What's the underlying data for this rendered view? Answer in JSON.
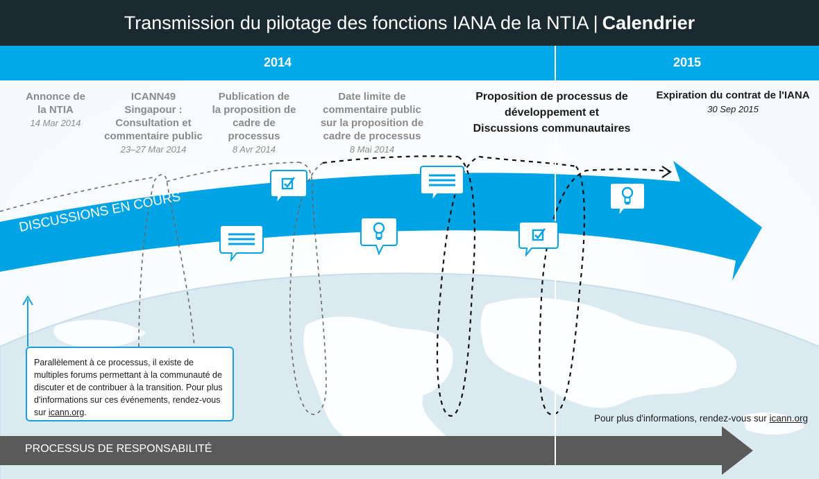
{
  "title": {
    "main": "Transmission du pilotage des fonctions IANA de la NTIA |",
    "bold": "Calendrier"
  },
  "years": {
    "y2014": "2014",
    "y2015": "2015"
  },
  "events": [
    {
      "lines": [
        "Annonce de",
        "la NTIA"
      ],
      "date": "14 Mar 2014"
    },
    {
      "lines": [
        "ICANN49",
        "Singapour :",
        "Consultation et",
        "commentaire public"
      ],
      "date": "23–27 Mar 2014"
    },
    {
      "lines": [
        "Publication de",
        "la proposition de",
        "cadre de",
        "processus"
      ],
      "date": "8 Avr 2014"
    },
    {
      "lines": [
        "Date limite de",
        "commentaire public",
        "sur la proposition de",
        "cadre de processus"
      ],
      "date": "8 Mai 2014"
    },
    {
      "lines": [
        "Proposition de processus de",
        "développement et",
        "Discussions communautaires"
      ]
    },
    {
      "lines": [
        "Expiration du contrat de l'IANA"
      ],
      "date": "30 Sep 2015"
    }
  ],
  "arrow": {
    "label": "DISCUSSIONS EN COURS"
  },
  "note": {
    "text": "Parallèlement à ce processus, il existe de multiples forums permettant à la communauté de discuter et de contribuer à la transition. Pour plus d'informations sur ces événements, rendez-vous sur ",
    "link": "icann.org",
    "end": "."
  },
  "more_info": {
    "text": "Pour plus d'informations, rendez-vous sur ",
    "link": "icann.org"
  },
  "bottom_bar": {
    "label": "PROCESSUS DE RESPONSABILITÉ"
  },
  "icons": [
    "checklist-icon",
    "document-lines-icon",
    "document-lines-icon",
    "lightbulb-icon",
    "checklist-icon",
    "lightbulb-icon"
  ],
  "colors": {
    "title_bg": "#1b2a30",
    "year_band": "#00a8e8",
    "arrow_blue": "#00a3e3",
    "globe": "#dbeaf1",
    "grey_bar": "#5a5a5a",
    "note_border": "#1a9fdb"
  }
}
